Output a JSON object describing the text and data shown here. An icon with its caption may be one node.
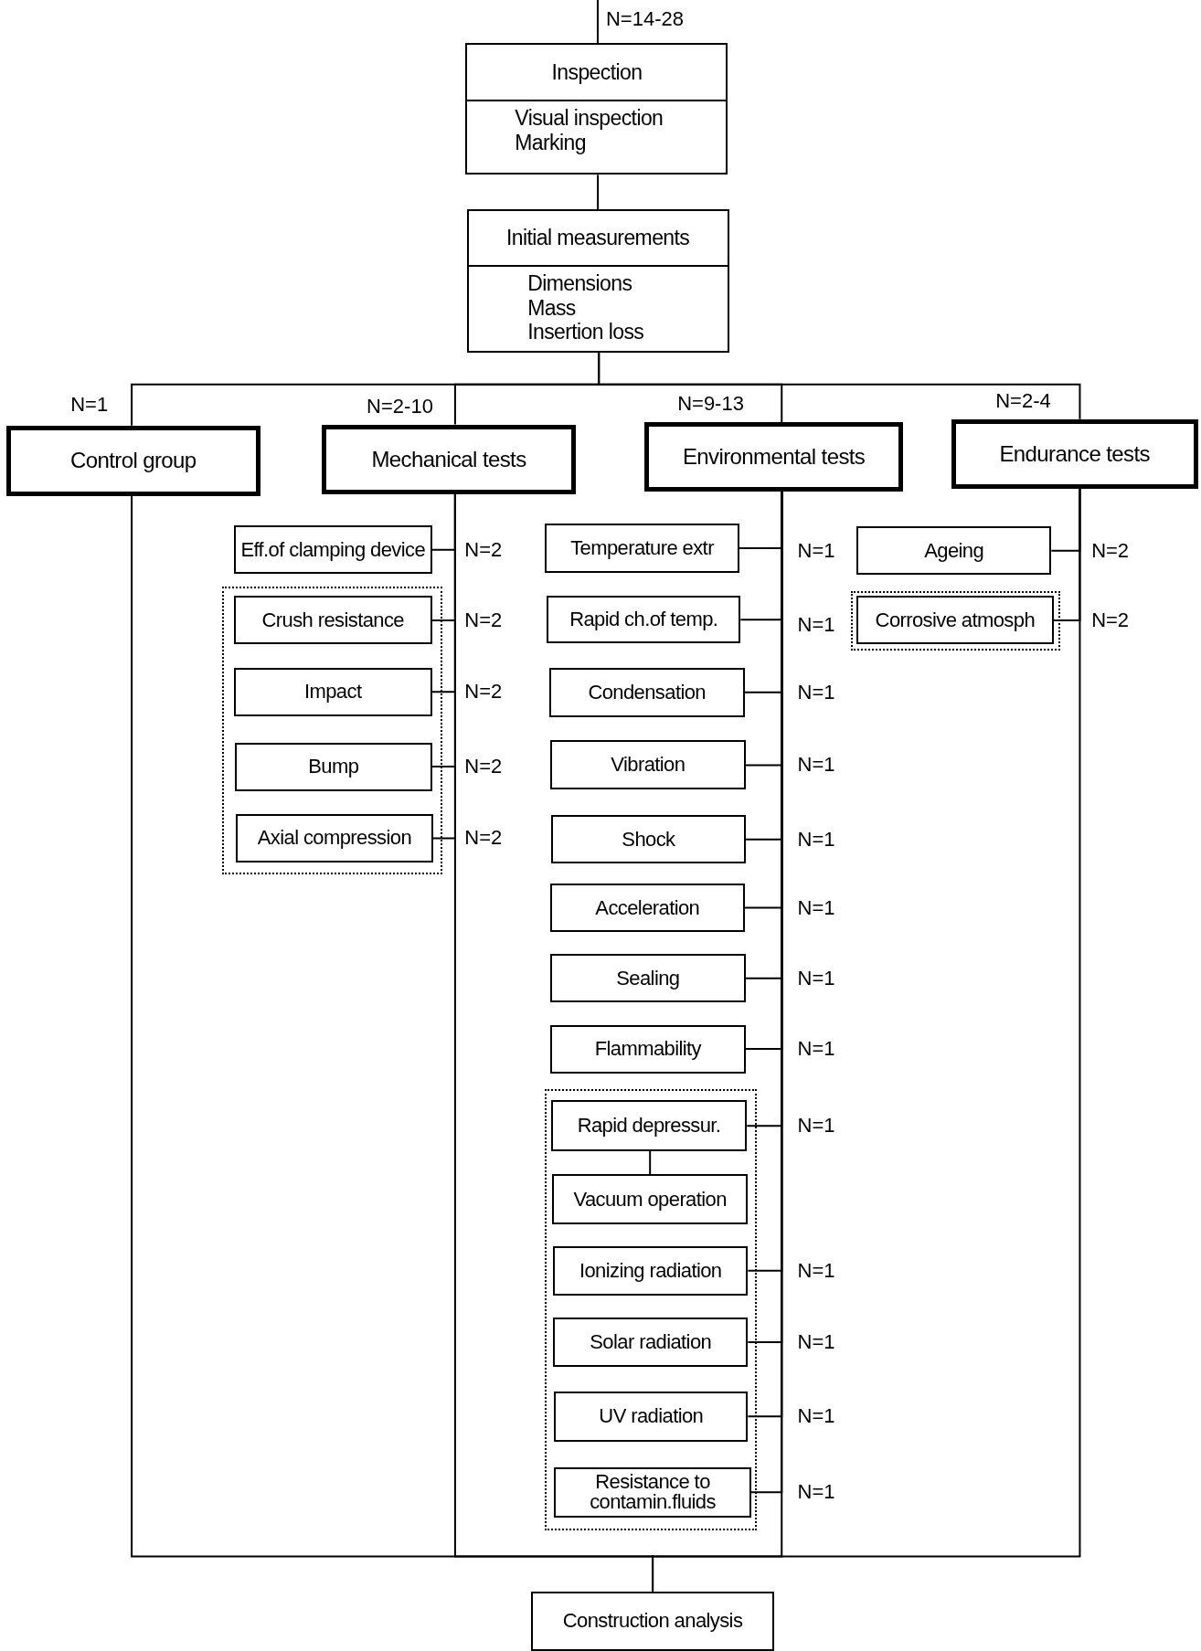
{
  "diagram": {
    "nodes": [
      {
        "text": [
          "Inspection",
          "Visual inspection",
          "Marking"
        ]
      },
      {
        "text": [
          "Initial measurements",
          "Dimensions",
          "Mass",
          "Insertion loss"
        ]
      },
      {
        "text": [
          "Control group"
        ],
        "beside": [
          "N=1"
        ]
      },
      {
        "text": [
          "Mechanical tests"
        ],
        "beside": [
          "N=2-10"
        ]
      },
      {
        "text": [
          "Environmental tests"
        ],
        "beside": [
          "N=9-13"
        ]
      },
      {
        "text": [
          "Endurance tests"
        ],
        "beside": [
          "N=2-4"
        ]
      },
      {
        "text": [
          "Eff.of clamping device"
        ],
        "beside": [
          "N=2"
        ]
      },
      {
        "text": [],
        "shape": "box"
      },
      {
        "text": [
          "Crush resistance"
        ],
        "beside": [
          "N=2"
        ],
        "in": 7
      },
      {
        "text": [
          "Impact"
        ],
        "beside": [
          "N=2"
        ],
        "in": 7
      },
      {
        "text": [
          "Bump"
        ],
        "beside": [
          "N=2"
        ],
        "in": 7
      },
      {
        "text": [
          "Axial compression"
        ],
        "beside": [
          "N=2"
        ],
        "in": 7
      },
      {
        "text": [
          "Temperature extr"
        ]
      },
      {
        "text": [
          "Rapid ch.of temp."
        ]
      },
      {
        "text": [
          "Condensation"
        ],
        "beside": [
          "N=1"
        ]
      },
      {
        "text": [
          "Vibration"
        ],
        "beside": [
          "N=1"
        ]
      },
      {
        "text": [
          "Shock"
        ],
        "beside": [
          "N=1"
        ]
      },
      {
        "text": [
          "Acceleration"
        ],
        "beside": [
          "N=1"
        ]
      },
      {
        "text": [
          "Sealing"
        ],
        "beside": [
          "N=1"
        ]
      },
      {
        "text": [
          "Flammability"
        ],
        "beside": [
          "N=1"
        ]
      },
      {
        "text": [],
        "shape": "box"
      },
      {
        "text": [
          "Rapid depressur."
        ],
        "beside": [
          "N=1"
        ],
        "in": 20
      },
      {
        "text": [
          "Vacuum operation"
        ],
        "in": 20
      },
      {
        "text": [
          "Ionizing radiation"
        ],
        "beside": [
          "N=1"
        ],
        "in": 20
      },
      {
        "text": [
          "Solar radiation"
        ],
        "beside": [
          "N=1"
        ],
        "in": 20
      },
      {
        "text": [
          "UV radiation"
        ],
        "beside": [
          "N=1"
        ],
        "in": 20
      },
      {
        "text": [
          "Resistance to contamin.fluids"
        ],
        "beside": [
          "N=1"
        ],
        "in": 20
      },
      {
        "text": [
          "Ageing"
        ],
        "beside": [
          "N=2"
        ]
      },
      {
        "text": [],
        "shape": "box"
      },
      {
        "text": [
          "Corrosive atmosph"
        ],
        "beside": [
          "N=2"
        ],
        "in": 28
      },
      {
        "text": [
          "Construction analysis"
        ]
      }
    ],
    "edges": [
      {
        "from": null,
        "to": 0,
        "arrow": "none",
        "label": "N=14-28"
      },
      {
        "from": 0,
        "to": 1,
        "arrow": "none"
      },
      {
        "from": 1,
        "to": 2,
        "arrow": "none"
      },
      {
        "from": 1,
        "to": 3,
        "arrow": "none"
      },
      {
        "from": 1,
        "to": 4,
        "arrow": "none"
      },
      {
        "from": 1,
        "to": 5,
        "arrow": "none"
      },
      {
        "from": 3,
        "to": 6,
        "arrow": "none"
      },
      {
        "from": 3,
        "to": 8,
        "arrow": "none"
      },
      {
        "from": 3,
        "to": 9,
        "arrow": "none"
      },
      {
        "from": 3,
        "to": 10,
        "arrow": "none"
      },
      {
        "from": 3,
        "to": 11,
        "arrow": "none"
      },
      {
        "from": 4,
        "to": 12,
        "arrow": "none"
      },
      {
        "from": 4,
        "to": 13,
        "arrow": "none"
      },
      {
        "from": 4,
        "to": 14,
        "arrow": "none"
      },
      {
        "from": 4,
        "to": 15,
        "arrow": "none"
      },
      {
        "from": 4,
        "to": 16,
        "arrow": "none"
      },
      {
        "from": 4,
        "to": 17,
        "arrow": "none"
      },
      {
        "from": 4,
        "to": 18,
        "arrow": "none"
      },
      {
        "from": 4,
        "to": 19,
        "arrow": "none"
      },
      {
        "from": 4,
        "to": 21,
        "arrow": "none"
      },
      {
        "from": 21,
        "to": 22,
        "arrow": "none"
      },
      {
        "from": 4,
        "to": 23,
        "arrow": "none"
      },
      {
        "from": 4,
        "to": 24,
        "arrow": "none"
      },
      {
        "from": 4,
        "to": 25,
        "arrow": "none"
      },
      {
        "from": 4,
        "to": 26,
        "arrow": "none"
      },
      {
        "from": 5,
        "to": 27,
        "arrow": "none"
      },
      {
        "from": 5,
        "to": 29,
        "arrow": "none"
      },
      {
        "from": 2,
        "to": 30,
        "arrow": "none"
      },
      {
        "from": 3,
        "to": 30,
        "arrow": "none"
      },
      {
        "from": 4,
        "to": 30,
        "arrow": "none"
      },
      {
        "from": 5,
        "to": 30,
        "arrow": "none"
      }
    ],
    "labels": [
      "N=1",
      "N=1"
    ]
  }
}
